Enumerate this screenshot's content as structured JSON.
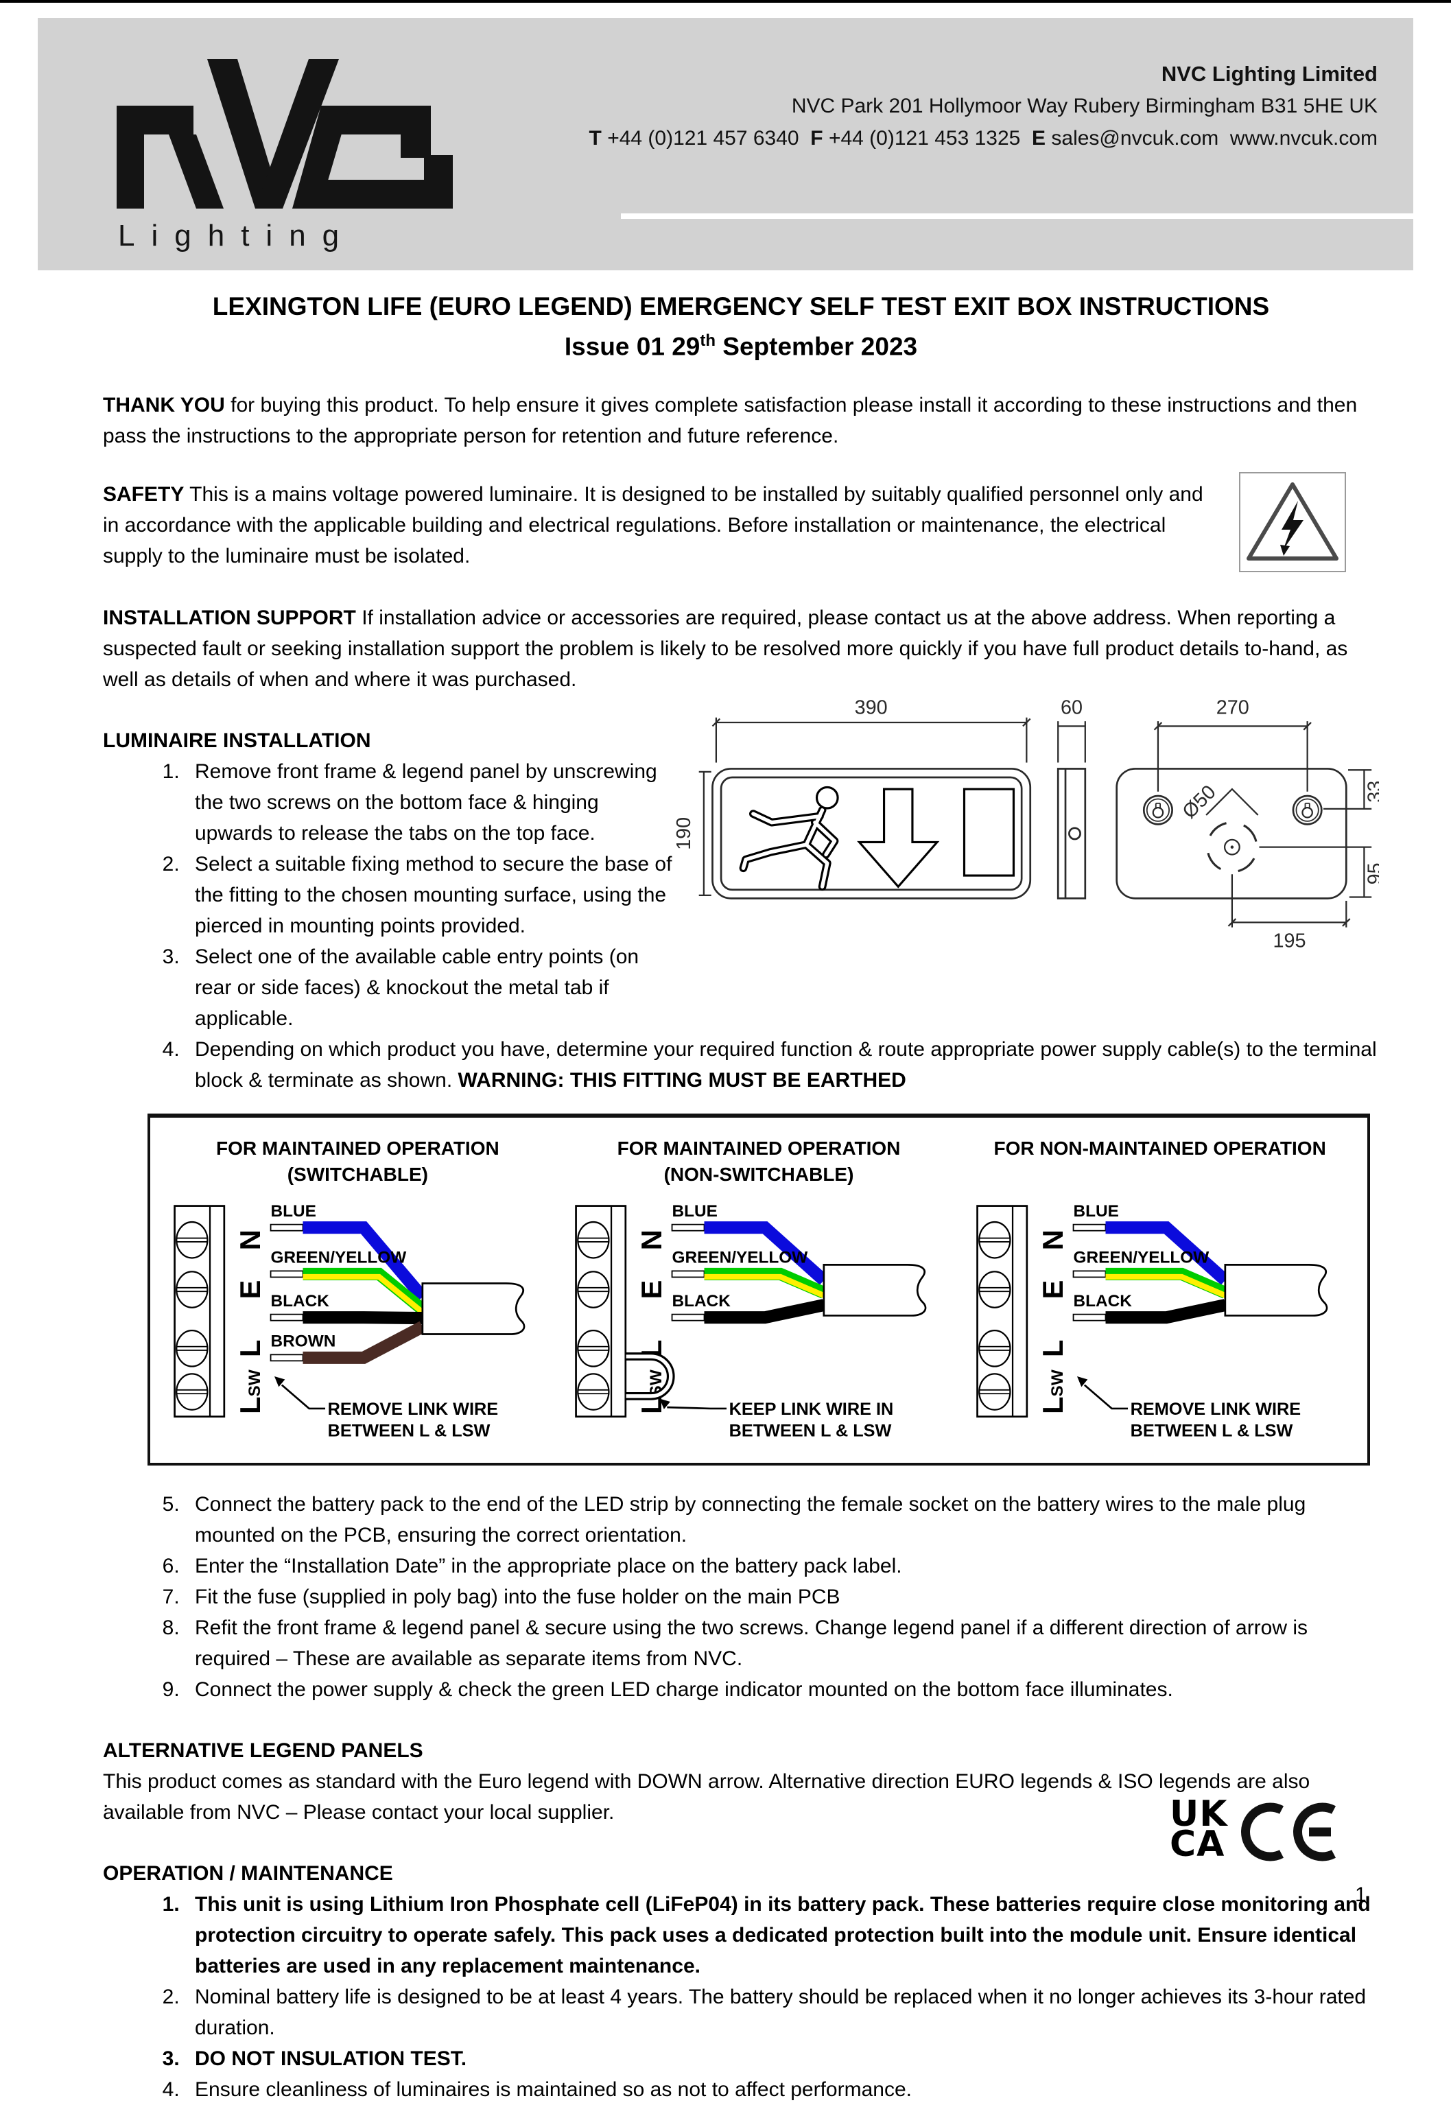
{
  "header": {
    "logo_text": "nVc",
    "logo_sub": "L i g h t i n g",
    "company": "NVC Lighting Limited",
    "address": "NVC Park 201  Hollymoor Way  Rubery  Birmingham  B31 5HE  UK",
    "contact": {
      "t_label": "T",
      "t_value": " +44 (0)121 457 6340  ",
      "f_label": "F",
      "f_value": " +44 (0)121 453 1325  ",
      "e_label": "E",
      "e_value": " sales@nvcuk.com  www.nvcuk.com"
    }
  },
  "title": {
    "line1": "LEXINGTON LIFE (EURO LEGEND) EMERGENCY SELF TEST EXIT BOX INSTRUCTIONS",
    "line2_prefix": "Issue 01 29",
    "line2_sup": "th",
    "line2_suffix": " September 2023"
  },
  "paragraphs": {
    "thank_you_lead": "THANK YOU",
    "thank_you": " for buying this product. To help ensure it gives complete satisfaction please install it according to these instructions and then pass the instructions to the appropriate person for retention and future reference.",
    "safety_lead": "SAFETY",
    "safety": " This is a mains voltage powered luminaire. It is designed to be installed by suitably qualified personnel only and in accordance with the applicable building and electrical regulations. Before installation or maintenance, the electrical supply to the luminaire must be isolated.",
    "support_lead": "INSTALLATION SUPPORT",
    "support": " If installation advice or accessories are required, please contact us at the above address. When reporting a suspected fault or seeking installation support the problem is likely to be resolved more quickly if you have full product details to-hand, as well as details of when and where it was purchased."
  },
  "luminaire": {
    "heading": "LUMINAIRE INSTALLATION",
    "item1": "Remove front frame & legend panel by unscrewing the two screws on the bottom face & hinging upwards to release the tabs on the top face.",
    "item2": "Select a suitable fixing method to secure the base of the fitting to the chosen mounting surface, using the pierced in mounting points provided.",
    "item3": "Select one of the available cable entry points (on rear or side faces) & knockout the metal tab if applicable.",
    "item4": "Depending on which product you have, determine your required function & route appropriate power supply cable(s) to the terminal block & terminate as shown. ",
    "item4_warning": "WARNING: THIS FITTING MUST BE EARTHED"
  },
  "dims": {
    "front_width": "390",
    "side_thickness": "60",
    "rear_screw_spacing": "270",
    "front_height": "190",
    "screw_offset": "33",
    "knockout_offset": "95",
    "knockout_spacing": "195",
    "knockout_dia": "Ø50"
  },
  "wiring": {
    "terminals": [
      {
        "t": "N"
      },
      {
        "t": "E"
      },
      {
        "t": "L"
      },
      {
        "t": "L",
        "sub": "SW"
      }
    ],
    "colors": {
      "blue": "#0b0bdc",
      "green": "#00cc00",
      "yellow": "#fff000",
      "black": "#000000",
      "brown": "#4a2b24"
    },
    "panels": [
      {
        "title1": "FOR MAINTAINED OPERATION",
        "title2": "(SWITCHABLE)",
        "wires": [
          {
            "label": "BLUE",
            "color": "blue"
          },
          {
            "label": "GREEN/YELLOW",
            "color": "green",
            "stripe": "yellow"
          },
          {
            "label": "BLACK",
            "color": "black"
          },
          {
            "label": "BROWN",
            "color": "brown"
          }
        ],
        "link_wire": false,
        "note1": "REMOVE LINK WIRE",
        "note2": "BETWEEN L & LSW"
      },
      {
        "title1": "FOR MAINTAINED OPERATION",
        "title2": "(NON-SWITCHABLE)",
        "wires": [
          {
            "label": "BLUE",
            "color": "blue"
          },
          {
            "label": "GREEN/YELLOW",
            "color": "green",
            "stripe": "yellow"
          },
          {
            "label": "BLACK",
            "color": "black"
          }
        ],
        "link_wire": true,
        "note1": "KEEP LINK WIRE IN",
        "note2": "BETWEEN L & LSW"
      },
      {
        "title1": "FOR NON-MAINTAINED OPERATION",
        "title2": "",
        "wires": [
          {
            "label": "BLUE",
            "color": "blue"
          },
          {
            "label": "GREEN/YELLOW",
            "color": "green",
            "stripe": "yellow"
          },
          {
            "label": "BLACK",
            "color": "black"
          }
        ],
        "link_wire": false,
        "note1": "REMOVE LINK WIRE",
        "note2": "BETWEEN L & LSW"
      }
    ]
  },
  "post_items": {
    "item5": "Connect the battery pack to the end of the LED strip by connecting the female socket on the battery wires to the male plug mounted on the PCB, ensuring the correct orientation.",
    "item6": "Enter the “Installation Date” in the appropriate place on the battery pack label.",
    "item7": "Fit the fuse (supplied in poly bag) into the fuse holder on the main PCB",
    "item8": "Refit the front frame & legend panel & secure using the two screws. Change legend panel if a different direction of arrow is required – These are available as separate items from NVC.",
    "item9": "Connect the power supply & check the green LED charge indicator mounted on the bottom face illuminates."
  },
  "alternative": {
    "heading": "ALTERNATIVE LEGEND PANELS",
    "text": "This product comes as standard with the Euro legend with DOWN arrow. Alternative direction EURO legends & ISO legends are also available from NVC – Please contact your local supplier."
  },
  "operation": {
    "heading": "OPERATION / MAINTENANCE",
    "item1": "This unit is using Lithium Iron Phosphate cell (LiFeP04) in its battery pack. These batteries require close monitoring and protection circuitry to operate safely. This pack uses a dedicated protection built into the module unit. Ensure identical batteries are used in any replacement maintenance.",
    "item2": "Nominal battery life is designed to be at least 4 years. The battery should be replaced when it no longer achieves its 3-hour rated duration.",
    "item3": "DO NOT INSULATION TEST.",
    "item4": "Ensure cleanliness of luminaires is maintained so as not to affect performance."
  },
  "footer": {
    "stray_period": ".",
    "ukca_top": "UK",
    "ukca_bottom": "CA",
    "page_number": "1"
  }
}
